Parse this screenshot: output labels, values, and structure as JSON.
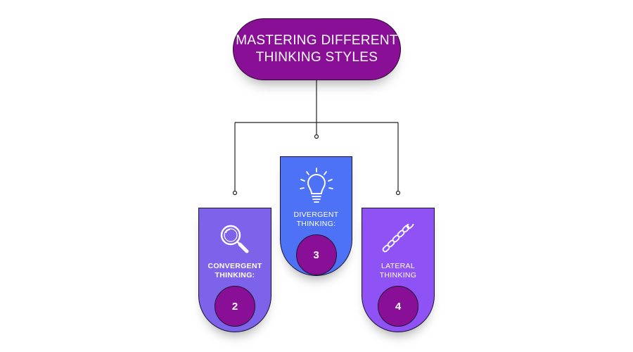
{
  "title": {
    "line1": "MASTERING DIFFERENT",
    "line2": "THINKING STYLES"
  },
  "cards": [
    {
      "line1": "CONVERGENT",
      "line2": "THINKING:",
      "number": "2",
      "icon": "magnifier-icon",
      "color": "#7d63e9"
    },
    {
      "line1": "DIVERGENT",
      "line2": "THINKING:",
      "number": "3",
      "icon": "lightbulb-icon",
      "color": "#4d72f5"
    },
    {
      "line1": "LATERAL",
      "line2": "THINKING",
      "number": "4",
      "icon": "chain-link-icon",
      "color": "#8e52f5"
    }
  ],
  "colors": {
    "title": "#8a0f97",
    "circle": "#8a0f97"
  }
}
